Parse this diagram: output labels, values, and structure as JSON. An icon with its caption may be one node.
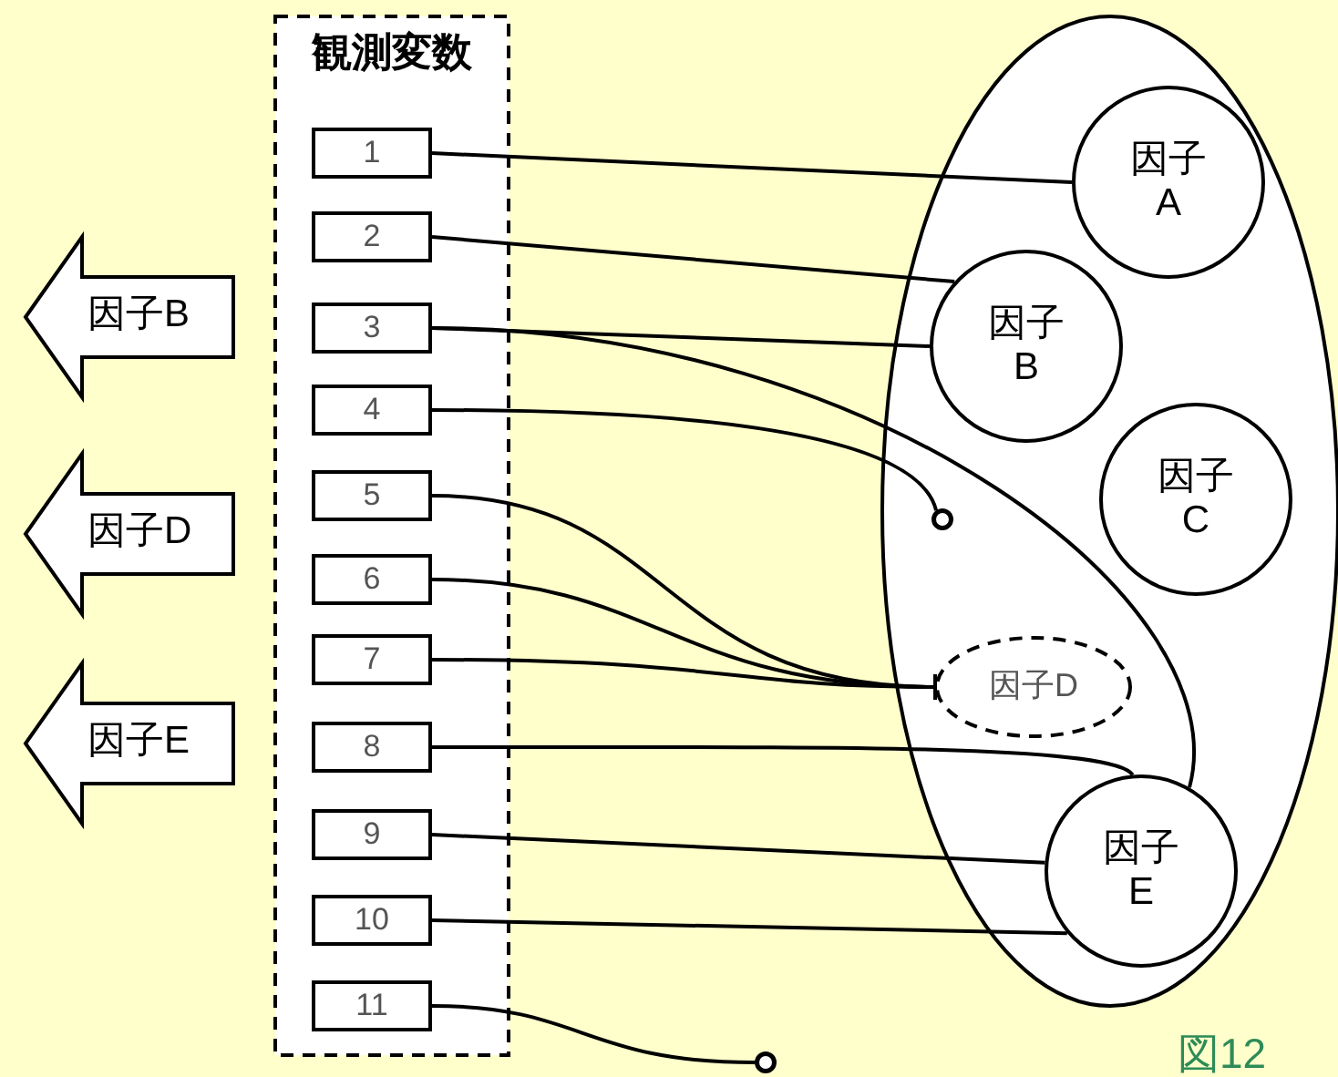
{
  "diagram": {
    "caption": "図12",
    "nodes": [
      {
        "text": [
          "因子B"
        ]
      },
      {
        "text": [
          "因子D"
        ]
      },
      {
        "text": [
          "因子E"
        ]
      },
      {
        "text": [
          "観測変数"
        ]
      },
      {
        "text": [
          "1"
        ],
        "in": 3
      },
      {
        "text": [
          "2"
        ],
        "in": 3
      },
      {
        "text": [
          "3"
        ],
        "in": 3
      },
      {
        "text": [
          "4"
        ],
        "in": 3
      },
      {
        "text": [
          "5"
        ],
        "in": 3
      },
      {
        "text": [
          "6"
        ],
        "in": 3
      },
      {
        "text": [
          "7"
        ],
        "in": 3
      },
      {
        "text": [
          "8"
        ],
        "in": 3
      },
      {
        "text": [
          "9"
        ],
        "in": 3
      },
      {
        "text": [
          "10"
        ],
        "in": 3
      },
      {
        "text": [
          "11"
        ],
        "in": 3
      },
      {
        "text": [],
        "shape": "ellipse"
      },
      {
        "text": [
          "因子A"
        ],
        "in": 15
      },
      {
        "text": [
          "因子B"
        ],
        "in": 15
      },
      {
        "text": [
          "因子C"
        ],
        "in": 15
      },
      {
        "text": [
          "因子D"
        ],
        "in": 15
      },
      {
        "text": [
          "因子E"
        ],
        "in": 15
      },
      {
        "text": [],
        "shape": "circle",
        "in": 15
      },
      {
        "text": [],
        "shape": "circle"
      }
    ],
    "edges": [
      {
        "from": 4,
        "to": 16,
        "arrow": "none"
      },
      {
        "from": 5,
        "to": 17,
        "arrow": "none"
      },
      {
        "from": 6,
        "to": 17,
        "arrow": "none"
      },
      {
        "from": 6,
        "to": 20,
        "arrow": "none"
      },
      {
        "from": 7,
        "to": 21,
        "arrow": "none"
      },
      {
        "from": 8,
        "to": 19,
        "arrow": "other"
      },
      {
        "from": 9,
        "to": 19,
        "arrow": "other"
      },
      {
        "from": 10,
        "to": 19,
        "arrow": "other"
      },
      {
        "from": 11,
        "to": 20,
        "arrow": "none"
      },
      {
        "from": 12,
        "to": 20,
        "arrow": "none"
      },
      {
        "from": 13,
        "to": 20,
        "arrow": "none"
      },
      {
        "from": 14,
        "to": 22,
        "arrow": "none"
      }
    ]
  }
}
